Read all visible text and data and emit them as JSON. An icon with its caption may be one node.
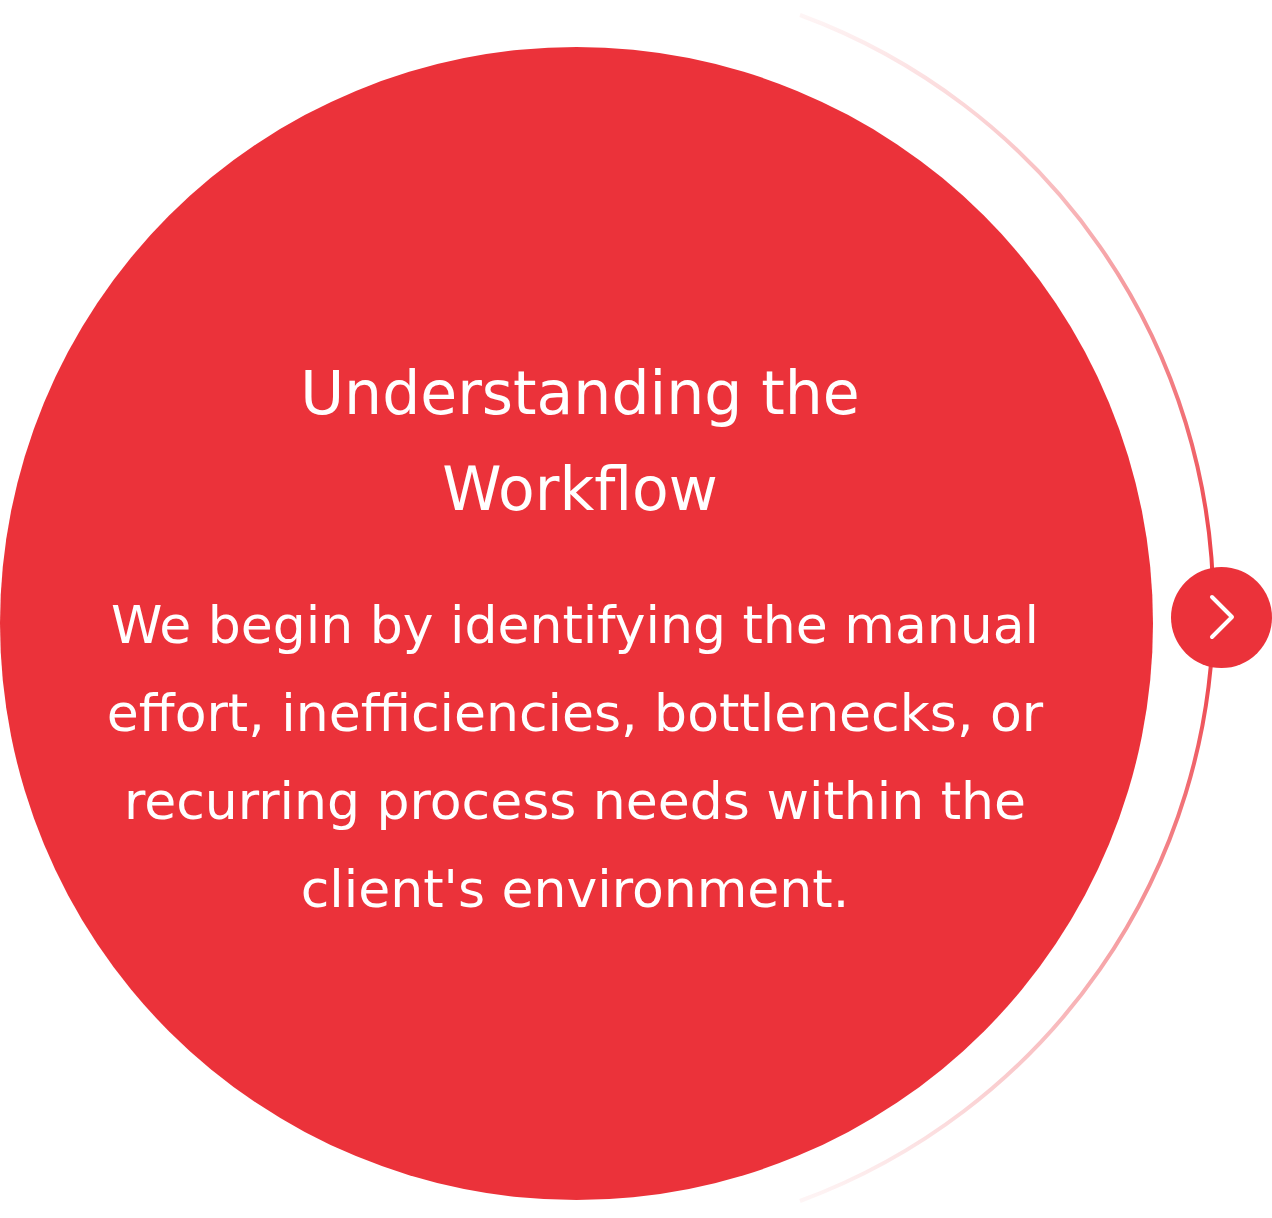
{
  "diagram": {
    "nodes": [
      {
        "text": [
          "Understanding the Workflow",
          "We begin by identifying the manual effort, inefficiencies, bottlenecks, or recurring process needs within the client's environment."
        ]
      },
      {
        "text": [],
        "shape": "circle"
      }
    ]
  }
}
